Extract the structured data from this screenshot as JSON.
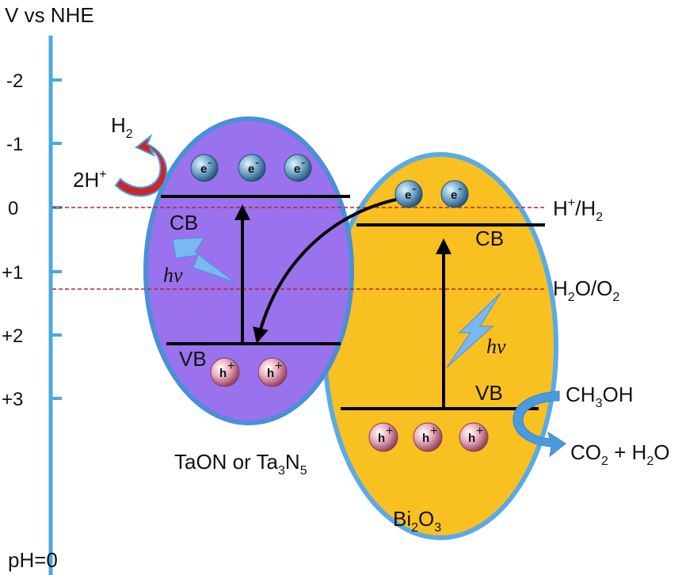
{
  "axis": {
    "title": "V vs NHE",
    "bottom_label": "pH=0",
    "ticks": [
      "-2",
      "-1",
      "0",
      "+1",
      "+2",
      "+3"
    ]
  },
  "references": {
    "h_plus_h2": {
      "base": "H",
      "sup": "+",
      "mid": "/H",
      "sub": "2"
    },
    "h2o_o2": {
      "a": "H",
      "sub1": "2",
      "b": "O/O",
      "sub2": "2"
    }
  },
  "left_semiconductor": {
    "name_pre": "TaON or Ta",
    "sub1": "3",
    "name_mid": "N",
    "sub2": "5",
    "cb_label": "CB",
    "vb_label": "VB",
    "hv_label": "hν",
    "electron_label": "e",
    "electron_charge": "-",
    "hole_label": "h",
    "hole_charge": "+",
    "fill": "#9a72ee",
    "stroke": "#4a8fd8"
  },
  "right_semiconductor": {
    "name_pre": "Bi",
    "sub1": "2",
    "name_mid": "O",
    "sub2": "3",
    "cb_label": "CB",
    "vb_label": "VB",
    "hv_label": "hν",
    "electron_label": "e",
    "electron_charge": "-",
    "hole_label": "h",
    "hole_charge": "+",
    "fill": "#f8c020",
    "stroke": "#5aaae8"
  },
  "reactions": {
    "h2_product": {
      "base": "H",
      "sub": "2"
    },
    "h_reactant": {
      "base": "2H",
      "sup": "+"
    },
    "ch3oh": {
      "a": "CH",
      "sub": "3",
      "b": "OH"
    },
    "co2_h2o": {
      "a": "CO",
      "sub1": "2",
      "b": " + H",
      "sub2": "2",
      "c": "O"
    }
  },
  "colors": {
    "axis": "#4aa8e0",
    "reference_line": "#c0202a",
    "electron": "#5a90b4",
    "hole": "#c07080",
    "lightning": "#7ab8f0",
    "reaction_arrow_red": "#c8282a",
    "reaction_arrow_blue": "#4a9ae0"
  }
}
